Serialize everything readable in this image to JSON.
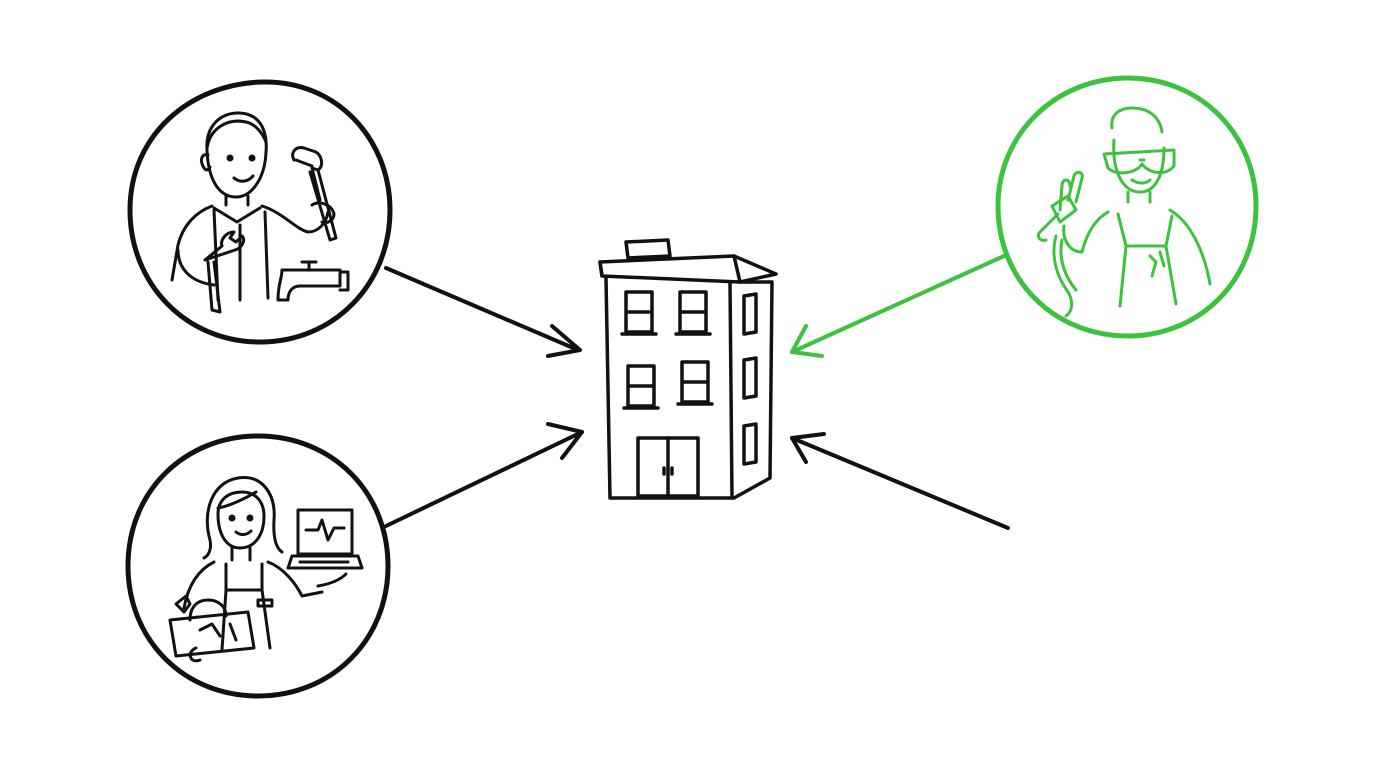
{
  "colors": {
    "ink": "#111111",
    "highlight": "#3cc23c",
    "background": "#ffffff"
  },
  "nodes": [
    {
      "id": "plumber",
      "role": "plumber-contractor",
      "icon": "plumber-with-wrenches-icon",
      "highlighted": false
    },
    {
      "id": "technician",
      "role": "technician-with-toolbox-and-laptop",
      "icon": "technician-toolbox-laptop-icon",
      "highlighted": false
    },
    {
      "id": "electrician",
      "role": "electrician-with-pliers",
      "icon": "electrician-pliers-icon",
      "highlighted": true
    },
    {
      "id": "building",
      "role": "apartment-building",
      "icon": "building-icon",
      "highlighted": false
    }
  ],
  "edges": [
    {
      "from": "plumber",
      "to": "building",
      "highlighted": false
    },
    {
      "from": "technician",
      "to": "building",
      "highlighted": false
    },
    {
      "from": "electrician",
      "to": "building",
      "highlighted": true
    },
    {
      "from": "offscreen-right",
      "to": "building",
      "highlighted": false
    }
  ]
}
